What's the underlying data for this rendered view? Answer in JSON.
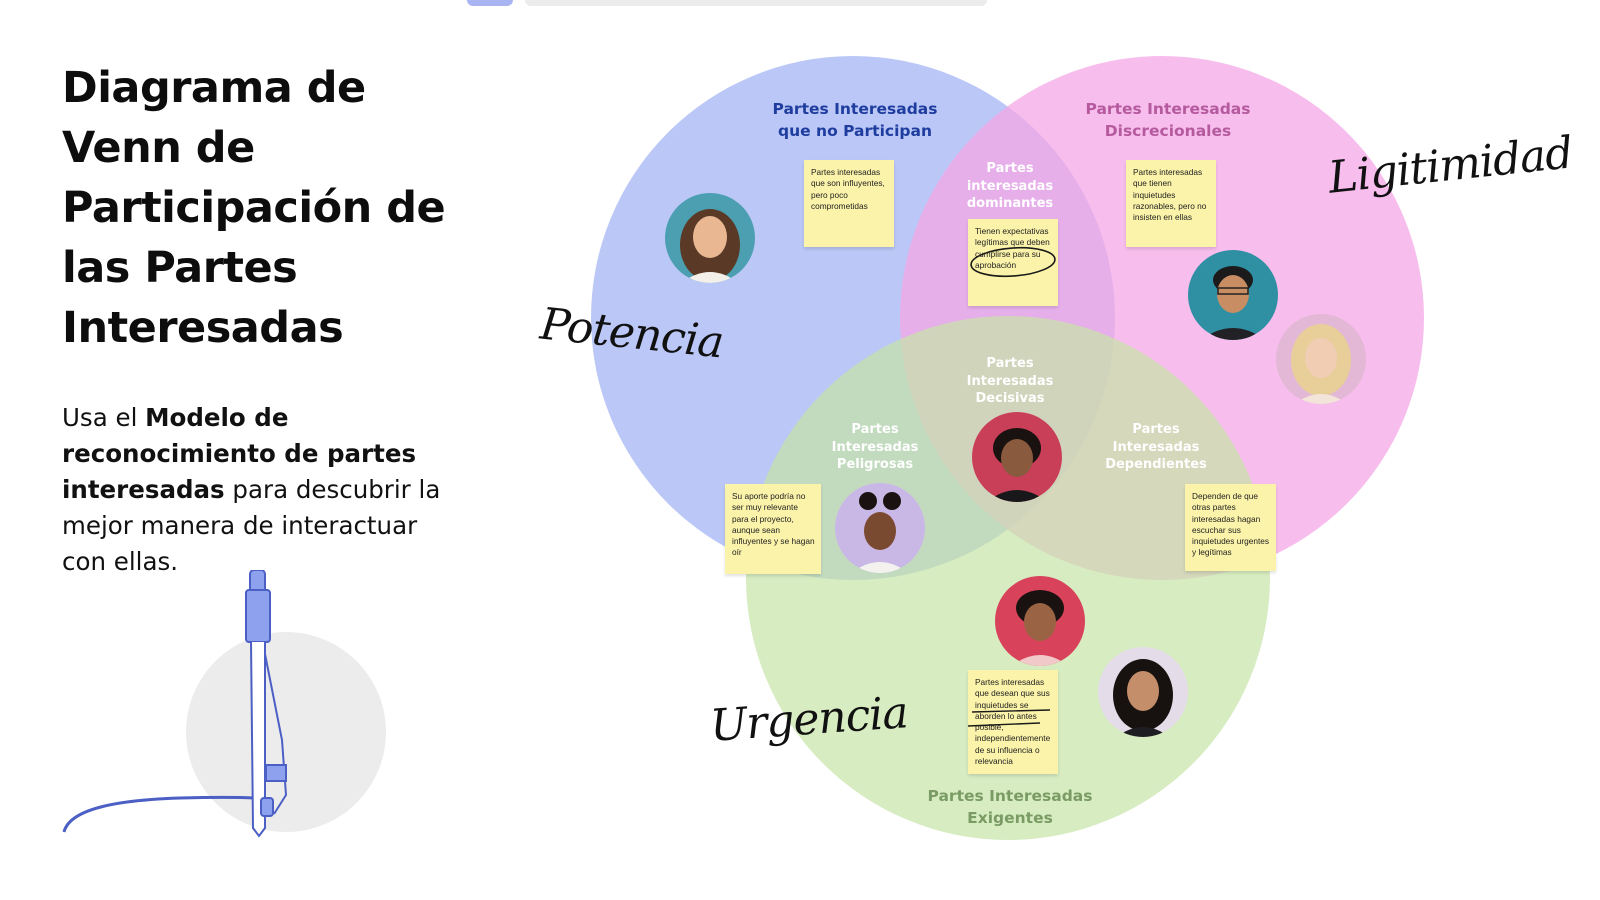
{
  "title": "Diagrama de Venn de Participación de las Partes Interesadas",
  "intro": {
    "prefix": "Usa el ",
    "bold": "Modelo de reconocimiento de partes interesadas",
    "suffix": " para descubrir la mejor manera de interactuar con ellas."
  },
  "axes": {
    "power": "Potencia",
    "legitimacy": "Ligitimidad",
    "urgency": "Urgencia"
  },
  "colors": {
    "power_circle": "#aebdf6",
    "legitimacy_circle": "#f4a7e6",
    "urgency_circle": "#c6e4a6",
    "label_blue": "#1f3d9e",
    "label_pink": "#b55a9e",
    "label_green": "#7a9c64"
  },
  "regions": {
    "dormant": {
      "line1": "Partes Interesadas",
      "line2": "que no Participan"
    },
    "discretionary": {
      "line1": "Partes Interesadas",
      "line2": "Discrecionales"
    },
    "dominant": {
      "line1": "Partes",
      "line2": "interesadas",
      "line3": "dominantes"
    },
    "definitive": {
      "line1": "Partes",
      "line2": "Interesadas",
      "line3": "Decisivas"
    },
    "dangerous": {
      "line1": "Partes",
      "line2": "Interesadas",
      "line3": "Peligrosas"
    },
    "dependent": {
      "line1": "Partes",
      "line2": "Interesadas",
      "line3": "Dependientes"
    },
    "demanding": {
      "line1": "Partes Interesadas",
      "line2": "Exigentes"
    }
  },
  "notes": {
    "dormant": "Partes interesadas que son influyentes, pero poco comprometidas",
    "discretionary": "Partes interesadas que tienen inquietudes razonables, pero no insisten en ellas",
    "dominant": "Tienen expectativas legítimas que deben cumplirse para su aprobación",
    "dangerous": "Su aporte podría no ser muy relevante para el proyecto, aunque sean influyentes y se hagan oír",
    "dependent": "Dependen de que otras partes interesadas hagan escuchar sus inquietudes urgentes y legítimas",
    "demanding": "Partes interesadas que desean que sus inquietudes se aborden lo antes posible, independientemente de su influencia o relevancia"
  },
  "avatars": [
    {
      "name": "person-photo-1",
      "bg": "#4c9fb0"
    },
    {
      "name": "person-photo-2",
      "bg": "#2f8fa3"
    },
    {
      "name": "person-photo-3",
      "bg": "#e3b7d6"
    },
    {
      "name": "person-photo-4",
      "bg": "#c93f57"
    },
    {
      "name": "person-photo-5",
      "bg": "#c9b8e6"
    },
    {
      "name": "person-photo-6",
      "bg": "#d8435b"
    },
    {
      "name": "person-photo-7",
      "bg": "#e4dce9"
    }
  ]
}
